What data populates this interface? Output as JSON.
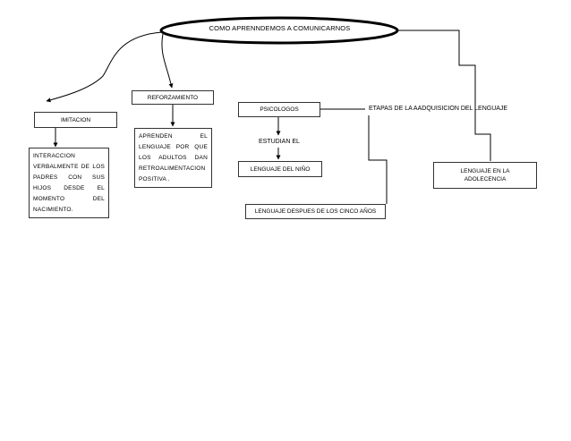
{
  "root": "COMO APRENNDEMOS A COMUNICARNOS",
  "nodes": {
    "imitacion": "IMITACION",
    "imitacion_desc": "INTERACCION VERBALMENTE DE LOS PADRES CON SUS HIJOS DESDE EL MOMENTO DEL NACIMIENTO.",
    "reforzamiento": "REFORZAMIENTO",
    "reforzamiento_desc": "APRENDEN EL LENGUAJE POR QUE LOS ADULTOS DAN RETROALIMENTACION POSITIVA .",
    "psicologos": "PSICOLOGOS",
    "estudian": "ESTUDIAN EL",
    "lenguaje_nino": "LENGUAJE DEL NIÑO",
    "etapas": "ETAPAS DE LA AADQUISICION DEL LENGUAJE",
    "lenguaje_despues": "LENGUAJE DESPUES DE LOS CINCO AÑOS",
    "adolescencia": "LENGUAJE EN LA ADOLECENCIA"
  },
  "colors": {
    "line": "#000000",
    "ellipse_stroke": "#000000",
    "box_border": "#333333"
  }
}
